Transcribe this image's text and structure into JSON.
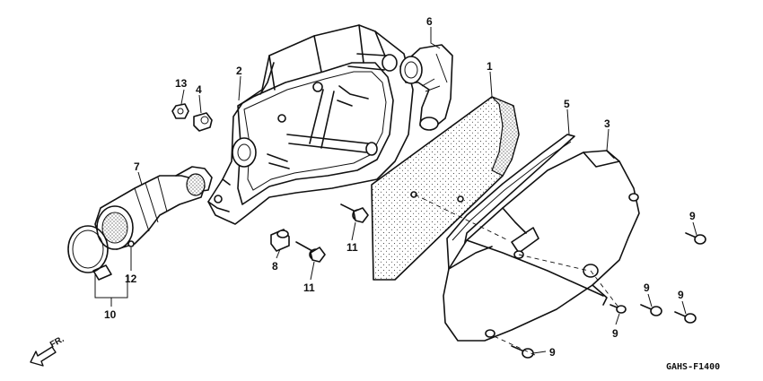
{
  "diagram": {
    "code": "GAHS-F1400",
    "front_marker": "FR.",
    "callouts": {
      "c1": "1",
      "c2": "2",
      "c3": "3",
      "c4": "4",
      "c5": "5",
      "c6": "6",
      "c7": "7",
      "c8": "8",
      "c9": "9",
      "c10": "10",
      "c11": "11",
      "c12": "12",
      "c13": "13"
    }
  }
}
